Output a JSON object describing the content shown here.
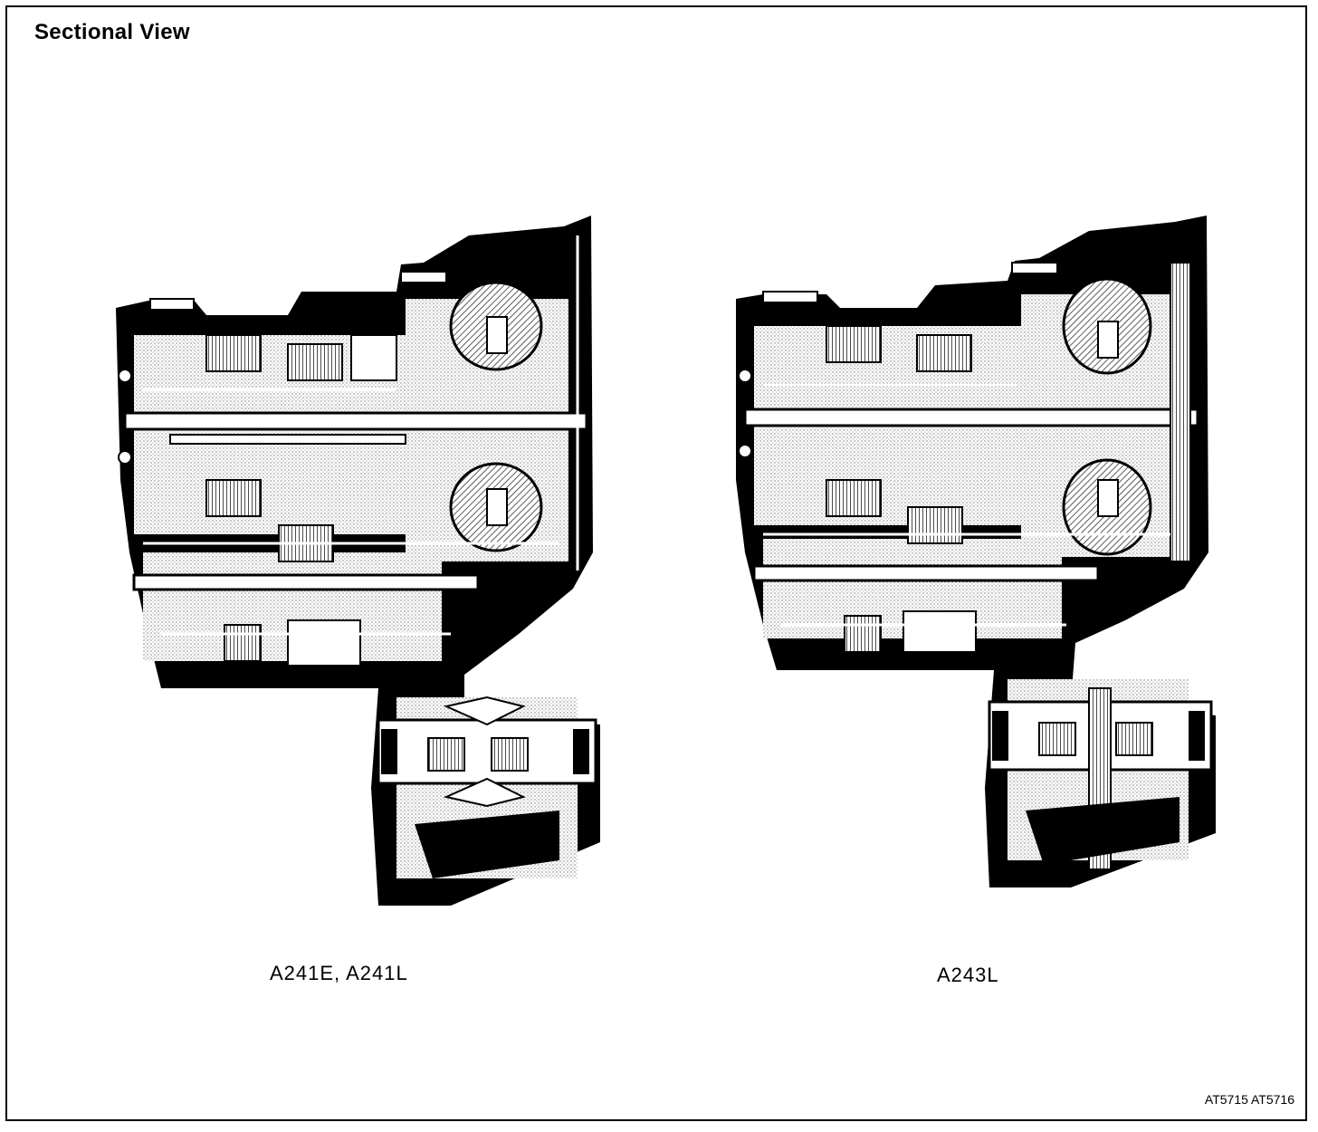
{
  "header": {
    "title": "Sectional View"
  },
  "figures": [
    {
      "id": "left",
      "caption": "A241E, A241L"
    },
    {
      "id": "right",
      "caption": "A243L"
    }
  ],
  "footer": {
    "figure_code": "AT5715 AT5716"
  },
  "colors": {
    "ink": "#000000",
    "paper": "#ffffff",
    "stipple": "#9a9a9a",
    "hatch": "#555555"
  }
}
